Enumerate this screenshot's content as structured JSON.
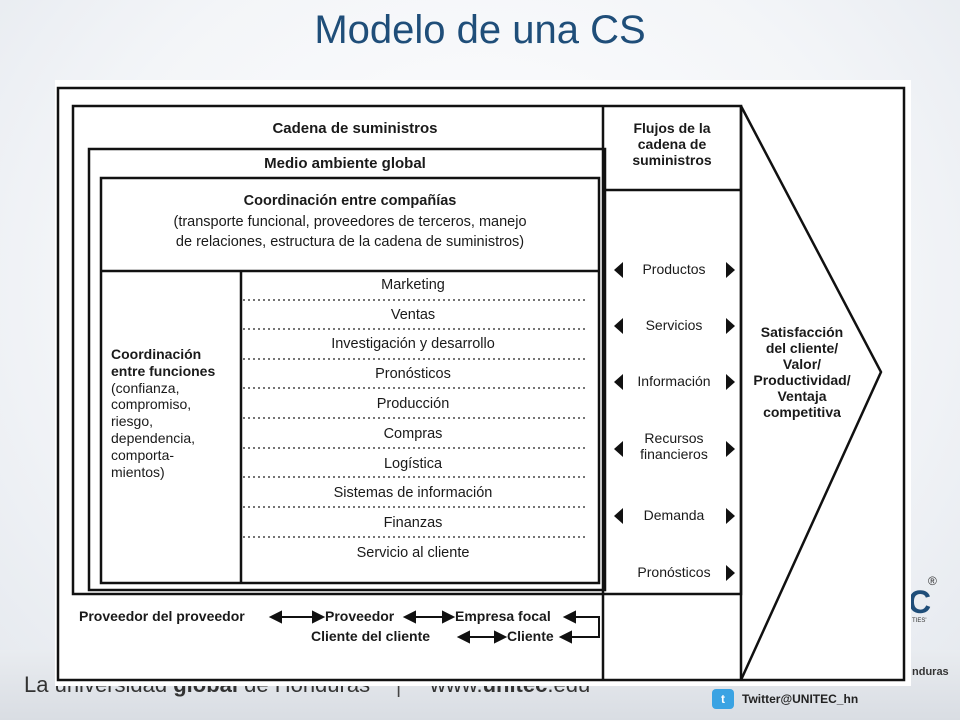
{
  "slide": {
    "title": "Modelo de una CS",
    "footer_text_1": "La universidad ",
    "footer_text_bold": "global",
    "footer_text_2": " de Honduras",
    "footer_separator": "|",
    "footer_url_1": "www.",
    "footer_url_bold": "unitec",
    "footer_url_2": ".edu",
    "twitter_handle": "Twitter@UNITEC_hn",
    "logo_fragment": "C",
    "logo_reg": "®",
    "logo_sub": "TIES'",
    "logo_place": "nduras"
  },
  "diagram": {
    "supply_chain": "Cadena de suministros",
    "global_env": "Medio ambiente global",
    "inter_company_title": "Coordinación entre compañías",
    "inter_company_detail_1": "(transporte funcional, proveedores de terceros, manejo",
    "inter_company_detail_2": "de relaciones, estructura de la cadena de suministros)",
    "inter_function": [
      "Coordinación",
      "entre funciones",
      "(confianza,",
      "compromiso,",
      "riesgo,",
      "dependencia,",
      "comporta-",
      "mientos)"
    ],
    "functions": [
      "Marketing",
      "Ventas",
      "Investigación y desarrollo",
      "Pronósticos",
      "Producción",
      "Compras",
      "Logística",
      "Sistemas de información",
      "Finanzas",
      "Servicio al cliente"
    ],
    "flows_title": [
      "Flujos de la",
      "cadena de",
      "suministros"
    ],
    "flows": [
      {
        "lines": [
          "Productos"
        ],
        "arrows": "both"
      },
      {
        "lines": [
          "Servicios"
        ],
        "arrows": "both"
      },
      {
        "lines": [
          "Información"
        ],
        "arrows": "both"
      },
      {
        "lines": [
          "Recursos",
          "financieros"
        ],
        "arrows": "both"
      },
      {
        "lines": [
          "Demanda"
        ],
        "arrows": "both"
      },
      {
        "lines": [
          "Pronósticos"
        ],
        "arrows": "right"
      }
    ],
    "outcome": [
      "Satisfacción",
      "del cliente/",
      "Valor/",
      "Productividad/",
      "Ventaja",
      "competitiva"
    ],
    "chain_row_1": {
      "a": "Proveedor del proveedor",
      "b": "Proveedor",
      "c": "Empresa focal"
    },
    "chain_row_2": {
      "a": "Cliente del cliente",
      "b": "Cliente"
    }
  }
}
